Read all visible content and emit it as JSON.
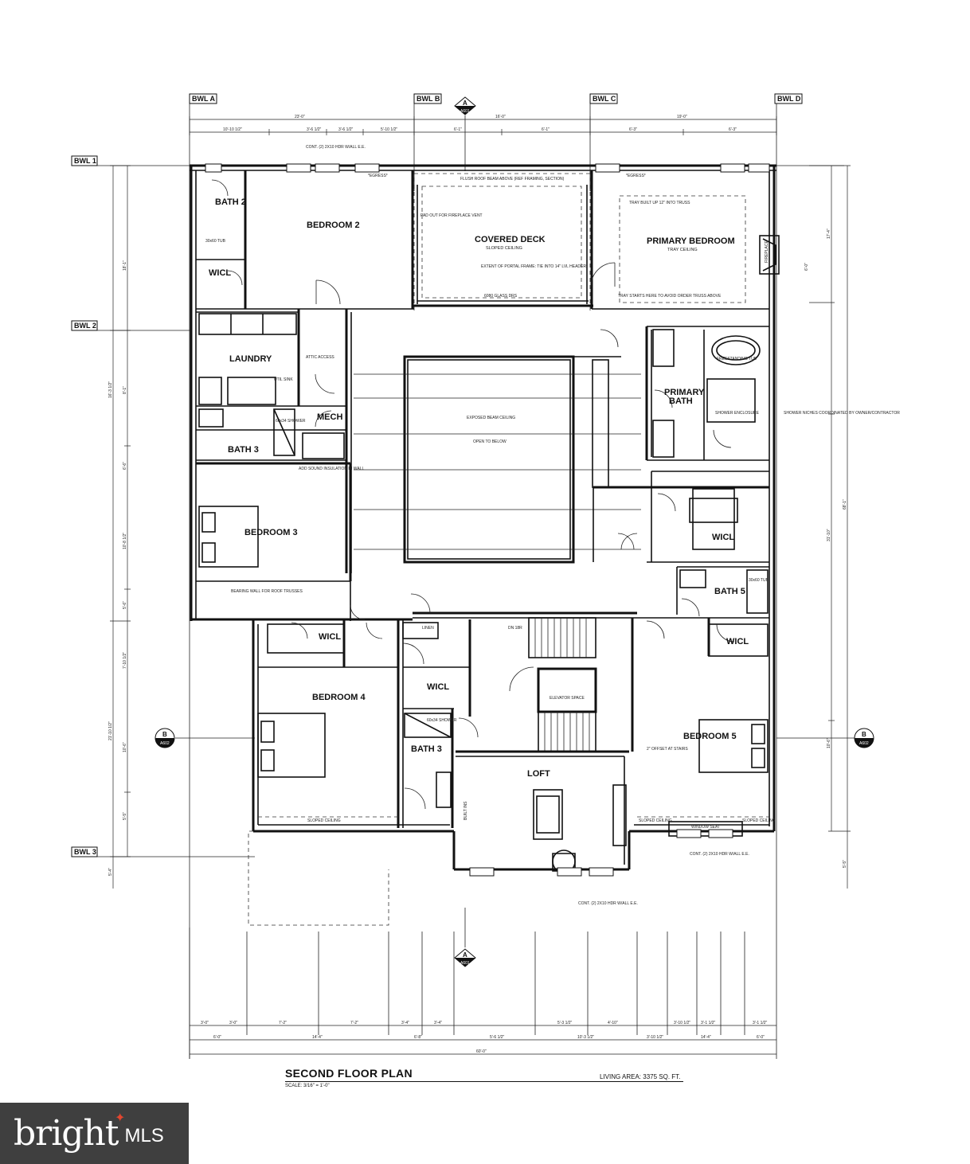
{
  "drawing": {
    "title": "SECOND FLOOR PLAN",
    "scale": "SCALE: 3/16\" = 1'-0\"",
    "living_area": "LIVING AREA: 3375 SQ. FT."
  },
  "grid_lines": {
    "vertical": [
      "BWL A",
      "BWL B",
      "BWL C",
      "BWL D"
    ],
    "horizontal": [
      "BWL 1",
      "BWL 2",
      "BWL 3"
    ]
  },
  "section_markers": {
    "top": {
      "letter": "A",
      "ref": "A601"
    },
    "bottom": {
      "letter": "A",
      "ref": "A601"
    },
    "left": {
      "letter": "B",
      "ref": "A602"
    },
    "right": {
      "letter": "B",
      "ref": "A602"
    }
  },
  "rooms": {
    "bath2": "BATH 2",
    "bedroom2": "BEDROOM 2",
    "covered_deck": "COVERED DECK",
    "covered_deck_sub": "SLOPED CEILING",
    "primary_bedroom": "PRIMARY BEDROOM",
    "primary_bedroom_sub": "TRAY CEILING",
    "wicl_1": "WICL",
    "laundry": "LAUNDRY",
    "mech": "MECH",
    "bath3_upper": "BATH 3",
    "primary_bath_1": "PRIMARY",
    "primary_bath_2": "BATH",
    "bedroom3": "BEDROOM 3",
    "wicl_primary": "WICL",
    "bath5": "BATH 5",
    "wicl_2": "WICL",
    "wicl_3": "WICL",
    "wicl_4": "WICL",
    "bedroom4": "BEDROOM 4",
    "bath3_lower": "BATH 3",
    "loft": "LOFT",
    "bedroom5": "BEDROOM 5"
  },
  "notes": {
    "open_below": "OPEN TO BELOW",
    "exposed_beam": "EXPOSED BEAM CEILING",
    "flush_beam": "FLUSH ROOF BEAM ABOVE (REF FRAMING, SECTION)",
    "fireplace_bump": "PAD OUT FOR FIREPLACE VENT",
    "portal_frame": "EXTENT OF PORTAL FRAME: TIE INTO 14\" LVL HEADER",
    "glass_drs": "6080 GLASS DRS",
    "tray_built_up": "TRAY BUILT UP 12\" INTO TRUSS",
    "tray_starts": "TRAY STARTS HERE TO AVOID ORDER TRUSS ABOVE",
    "fireplace": "FIREPLACE",
    "freestanding_tub": "FREESTANDING TUB",
    "shower_enclosure": "SHOWER ENCLOSURE",
    "shower_niches": "SHOWER NICHES COORDINATED BY OWNER/CONTRACTOR",
    "attic_access": "ATTIC ACCESS",
    "util_sink": "UTIL SINK",
    "sound_insulation": "ADD SOUND INSULATION IN WALL",
    "bearing_wall": "BEARING WALL FOR ROOF TRUSSES",
    "elevator": "ELEVATOR SPACE",
    "stairs_dn": "DN 18R",
    "linen": "LINEN",
    "built_ins": "BUILT INS",
    "window_seat": "WINDOW SEAT",
    "sloped_ceiling_1": "SLOPED CEILING",
    "sloped_ceiling_2": "SLOPED CEILING",
    "sloped_ceiling_3": "SLOPED CEILING",
    "offset_stairs": "2\" OFFSET AT STAIRS",
    "egress_1": "*EGRESS*",
    "egress_2": "*EGRESS*",
    "tub": "30x60 TUB",
    "tub_bath5": "30x60 TUB",
    "shower": "60x34 SHOWER",
    "shower_2": "60x34 SHOWER",
    "cont_hdr_top": "CONT. (2) 2X10 HDR W/ALL E.E.",
    "cont_hdr_bottom": "CONT. (2) 2X10 HDR W/ALL E.E.",
    "hdr_loft": "CONT. (2) 2X10 HDR W/ALL E.E."
  },
  "dims_top": [
    "23'-0\"",
    "16'-0\"",
    "19'-0\"",
    "10'-10 1/2\"",
    "3'-6 1/2\"",
    "3'-6 1/2\"",
    "5'-10 1/2\"",
    "6'-1\"",
    "6'-1\"",
    "6'-3\"",
    "6'-3\""
  ],
  "dims_bottom_1": [
    "3'-0\"",
    "3'-0\"",
    "7'-2\"",
    "7'-2\"",
    "3'-4\"",
    "3'-4\"",
    "5'-3 1/2\"",
    "4'-10\"",
    "3'-10 1/2\"",
    "3'-1 1/2\"",
    "3'-1 1/2\""
  ],
  "dims_bottom_2": [
    "6'-0\"",
    "14'-4\"",
    "6'-8\"",
    "5'-6 1/2\"",
    "10'-3 1/2\"",
    "3'-10 1/2\"",
    "14'-4\"",
    "6'-0\""
  ],
  "dim_overall": "60'-0\"",
  "dims_left": [
    "18'-1\"",
    "16'-3 1/2\"",
    "21'-10 1/2\"",
    "5'-4\"",
    "8'-1\"",
    "6'-6\"",
    "10'-8 1/2\"",
    "5'-6\"",
    "7'-10 1/2\"",
    "10'-6\"",
    "5'-5\""
  ],
  "dims_right": [
    "68'-1\"",
    "31'-10\"",
    "17'-4\"",
    "6'-0\"",
    "10'-6\"",
    "5'-5\""
  ],
  "watermark": {
    "brand": "bright",
    "suffix": "MLS"
  }
}
